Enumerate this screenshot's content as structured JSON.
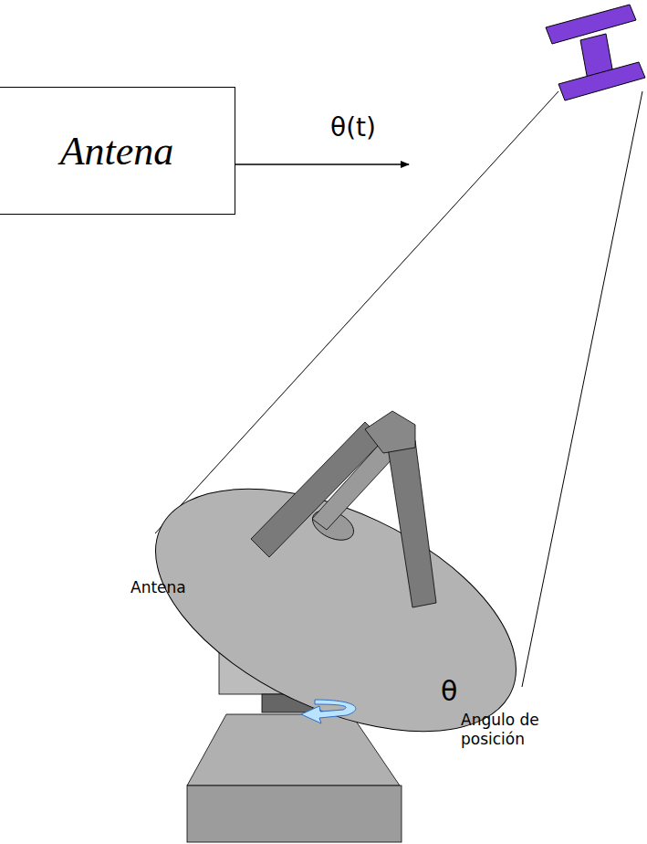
{
  "diagram": {
    "nodes": [
      {
        "text": [
          "Antena"
        ]
      }
    ],
    "labels": [
      "θ(t)",
      "Antena",
      "θ",
      "Angulo de posición"
    ]
  }
}
